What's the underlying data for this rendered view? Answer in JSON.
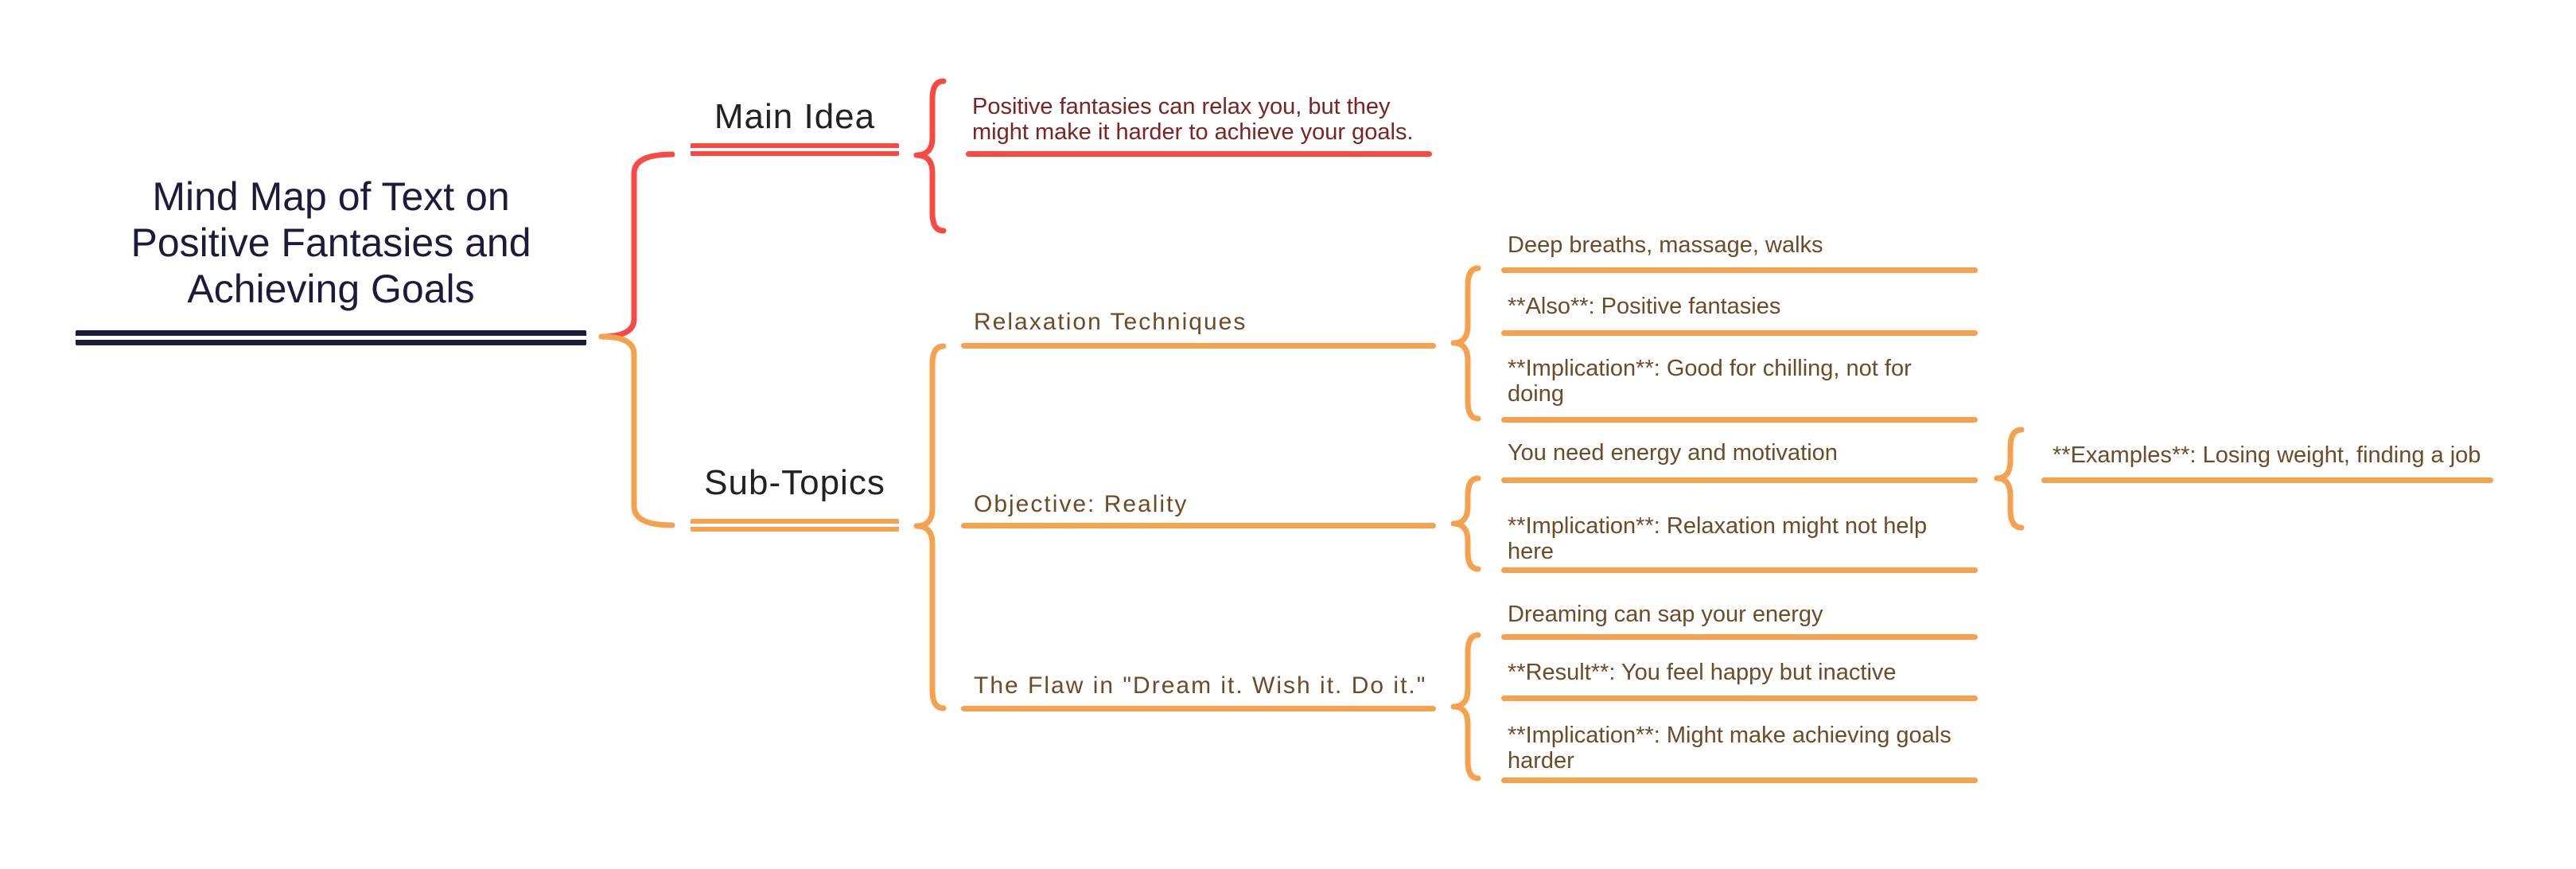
{
  "root": {
    "title": "Mind Map of Text on\nPositive Fantasies and\nAchieving Goals"
  },
  "branches": {
    "main_idea": {
      "label": "Main Idea",
      "leaf": "Positive fantasies can relax you, but they\nmight make it harder to achieve your goals."
    },
    "sub_topics": {
      "label": "Sub-Topics",
      "relaxation": {
        "label": "Relaxation Techniques",
        "leaf_1": "Deep breaths, massage, walks",
        "leaf_2": "**Also**: Positive fantasies",
        "leaf_3": "**Implication**: Good for chilling, not for\ndoing"
      },
      "objective": {
        "label": "Objective: Reality",
        "leaf_1": "You need energy and motivation",
        "leaf_1_child": "**Examples**: Losing weight, finding a job",
        "leaf_2": "**Implication**: Relaxation might not help\nhere"
      },
      "flaw": {
        "label": "The Flaw in \"Dream it. Wish it. Do it.\"",
        "leaf_1": "Dreaming can sap your energy",
        "leaf_2": "**Result**: You feel happy but inactive",
        "leaf_3": "**Implication**: Might make achieving goals\nharder"
      }
    }
  },
  "colors": {
    "root_navy": "#1b1b3b",
    "branch_red": "#f84a42",
    "branch_orange": "#f5a14d",
    "leaf_text_brown": "#6e4b25",
    "leaf_text_maroon": "#7c2422",
    "label_black": "#222222"
  }
}
